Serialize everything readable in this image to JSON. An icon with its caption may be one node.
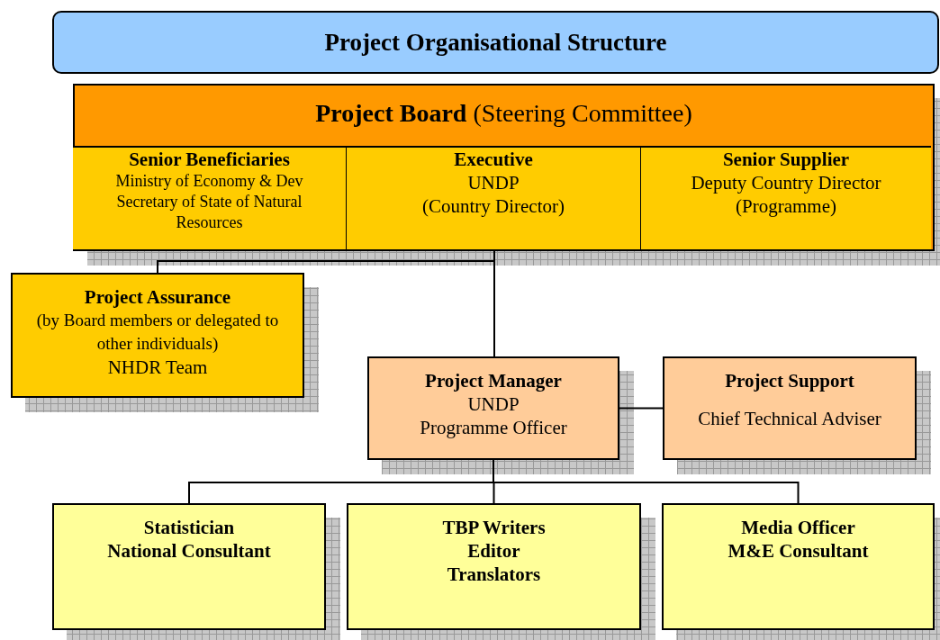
{
  "diagram": {
    "nodes": [
      {
        "text": [
          "Project Organisational Structure"
        ]
      },
      {
        "text": [
          "**Project Board** (Steering Committee)"
        ]
      },
      {
        "text": [
          "Senior Beneficiaries",
          "Ministry of Economy & Dev Secretary of State of Natural Resources"
        ],
        "in": 1
      },
      {
        "text": [
          "Executive",
          "UNDP",
          "(Country Director)"
        ],
        "in": 1
      },
      {
        "text": [
          "Senior Supplier",
          "Deputy Country Director",
          "(Programme)"
        ],
        "in": 1
      },
      {
        "text": [
          "Project Assurance",
          "(by Board members or delegated to other individuals)",
          "NHDR Team"
        ]
      },
      {
        "text": [
          "Project Manager",
          "UNDP",
          "Programme Officer"
        ]
      },
      {
        "text": [
          "Project Support",
          "Chief Technical Adviser"
        ]
      },
      {
        "text": [
          "Statistician",
          "National Consultant"
        ]
      },
      {
        "text": [
          "TBP Writers",
          "Editor",
          "Translators"
        ]
      },
      {
        "text": [
          "Media Officer",
          "M&E Consultant"
        ]
      }
    ],
    "edges": [
      {
        "from": 3,
        "to": 5,
        "arrow": "none"
      },
      {
        "from": 3,
        "to": 6,
        "arrow": "none"
      },
      {
        "from": 6,
        "to": 7,
        "arrow": "none"
      },
      {
        "from": 6,
        "to": 8,
        "arrow": "none"
      },
      {
        "from": 6,
        "to": 9,
        "arrow": "none"
      },
      {
        "from": 6,
        "to": 10,
        "arrow": "none"
      }
    ]
  }
}
